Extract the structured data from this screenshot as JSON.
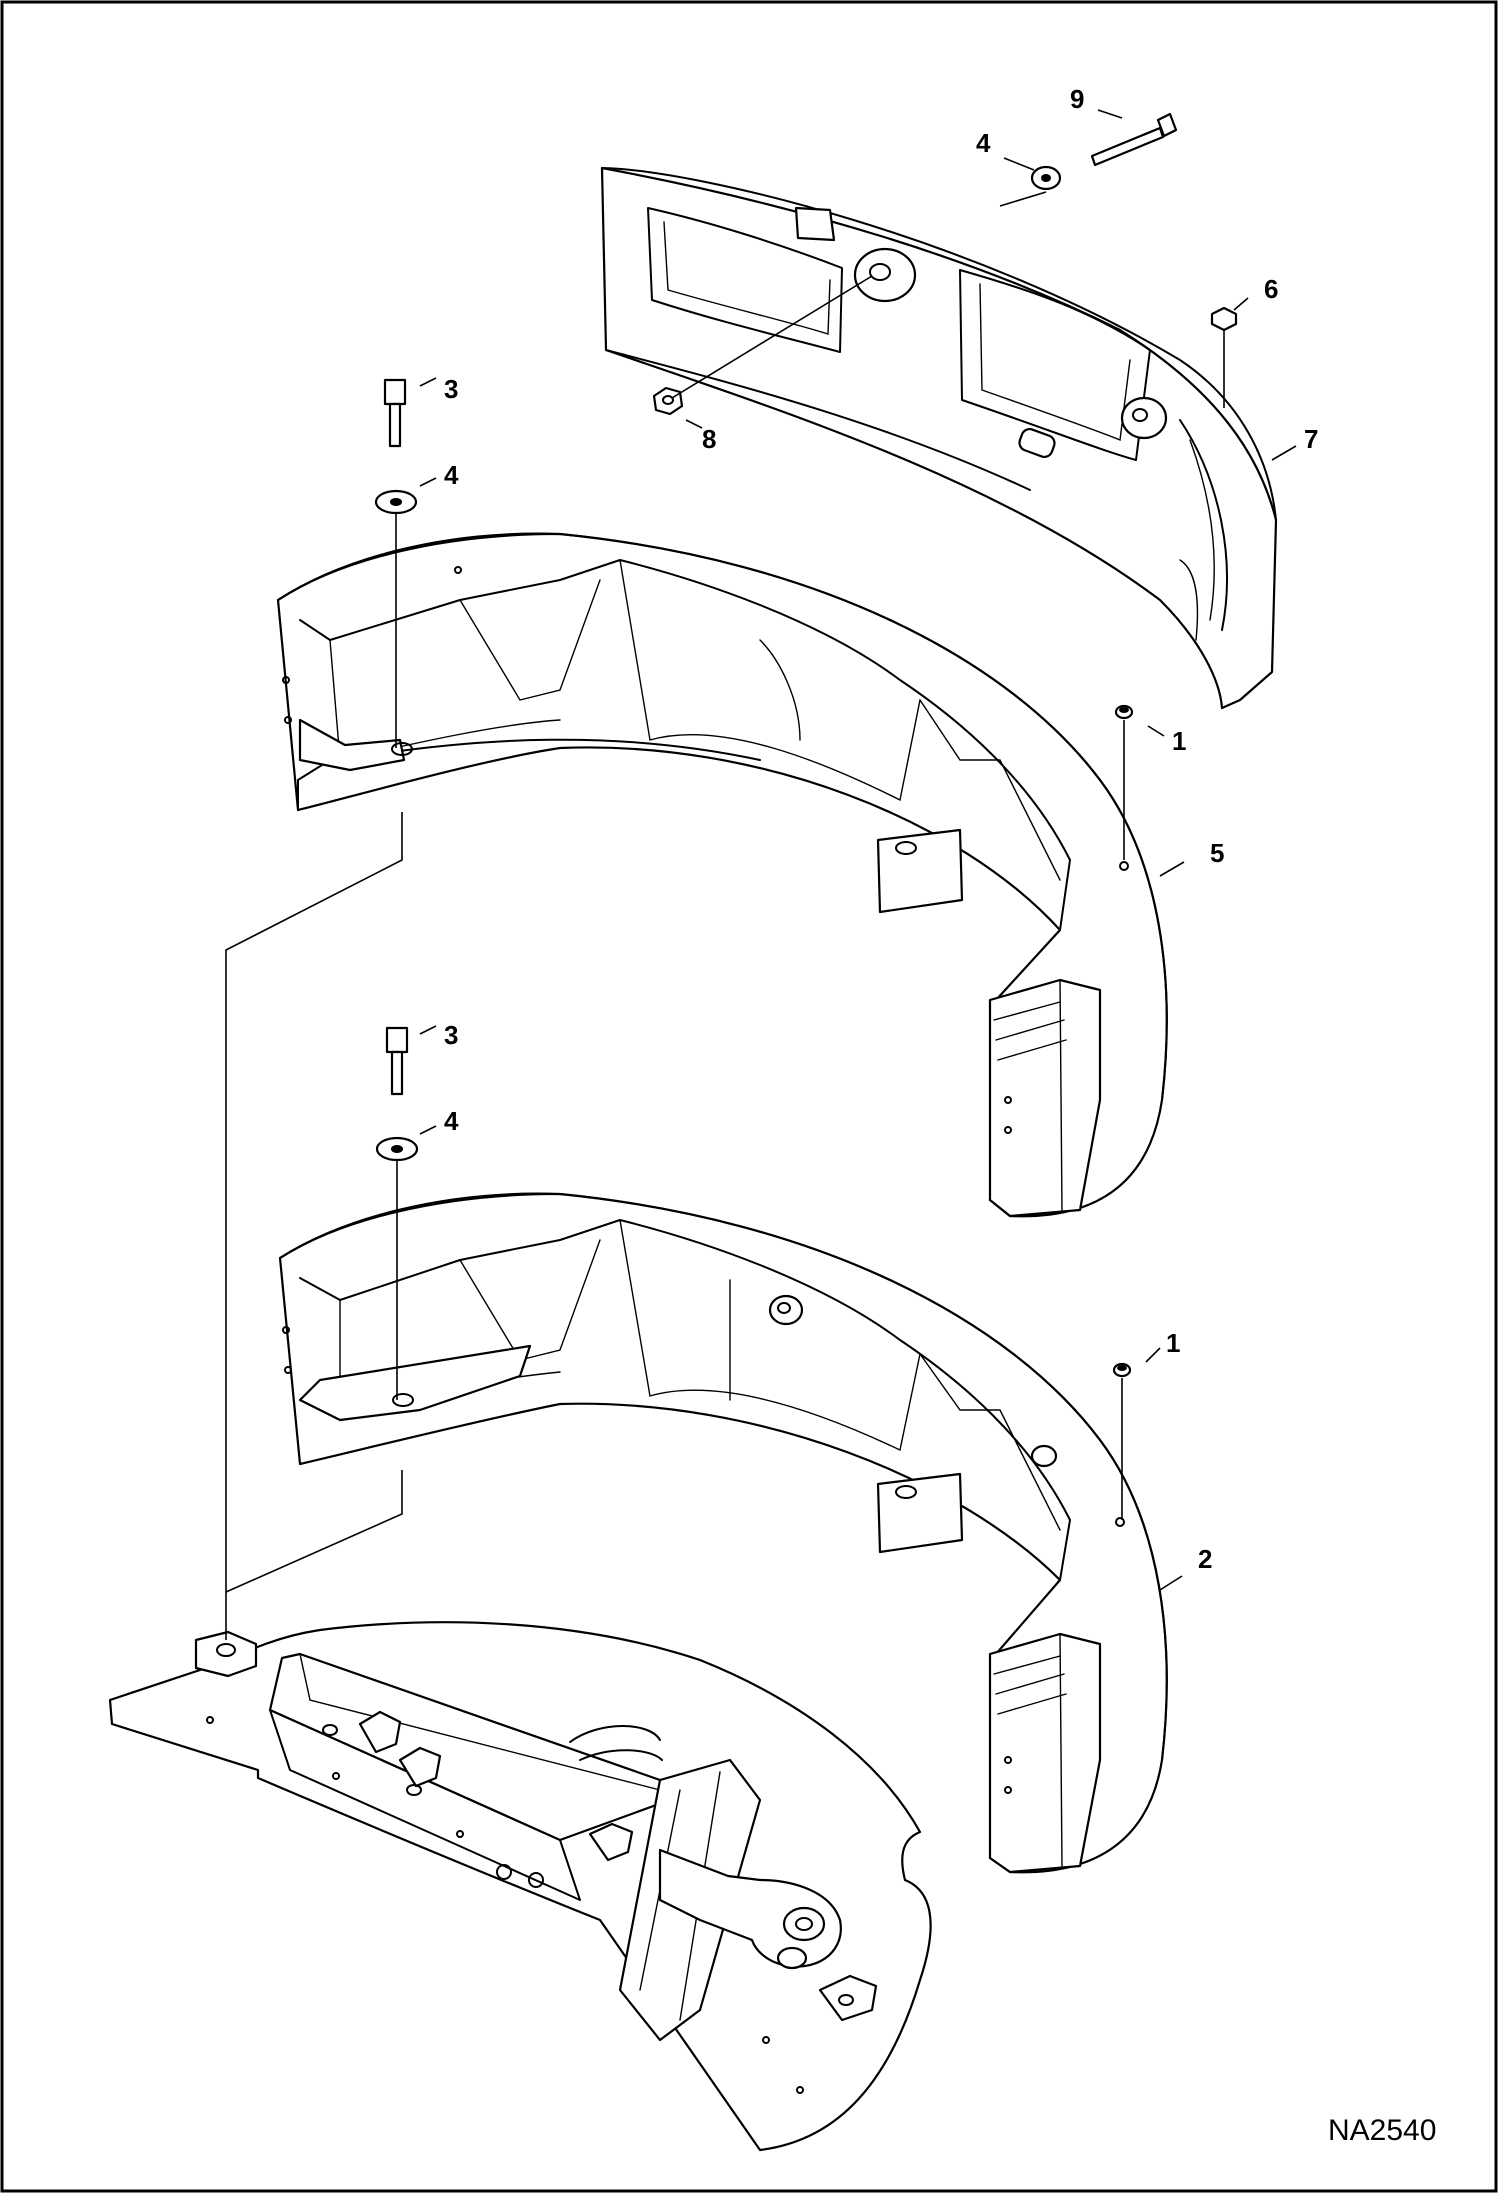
{
  "figure_id": "NA2540",
  "callouts": [
    {
      "id": "c9",
      "label": "9"
    },
    {
      "id": "c4a",
      "label": "4"
    },
    {
      "id": "c6",
      "label": "6"
    },
    {
      "id": "c7",
      "label": "7"
    },
    {
      "id": "c8",
      "label": "8"
    },
    {
      "id": "c3a",
      "label": "3"
    },
    {
      "id": "c4b",
      "label": "4"
    },
    {
      "id": "c1a",
      "label": "1"
    },
    {
      "id": "c5",
      "label": "5"
    },
    {
      "id": "c3b",
      "label": "3"
    },
    {
      "id": "c4c",
      "label": "4"
    },
    {
      "id": "c1b",
      "label": "1"
    },
    {
      "id": "c2",
      "label": "2"
    }
  ],
  "colors": {
    "ink": "#000000",
    "paper": "#ffffff"
  }
}
